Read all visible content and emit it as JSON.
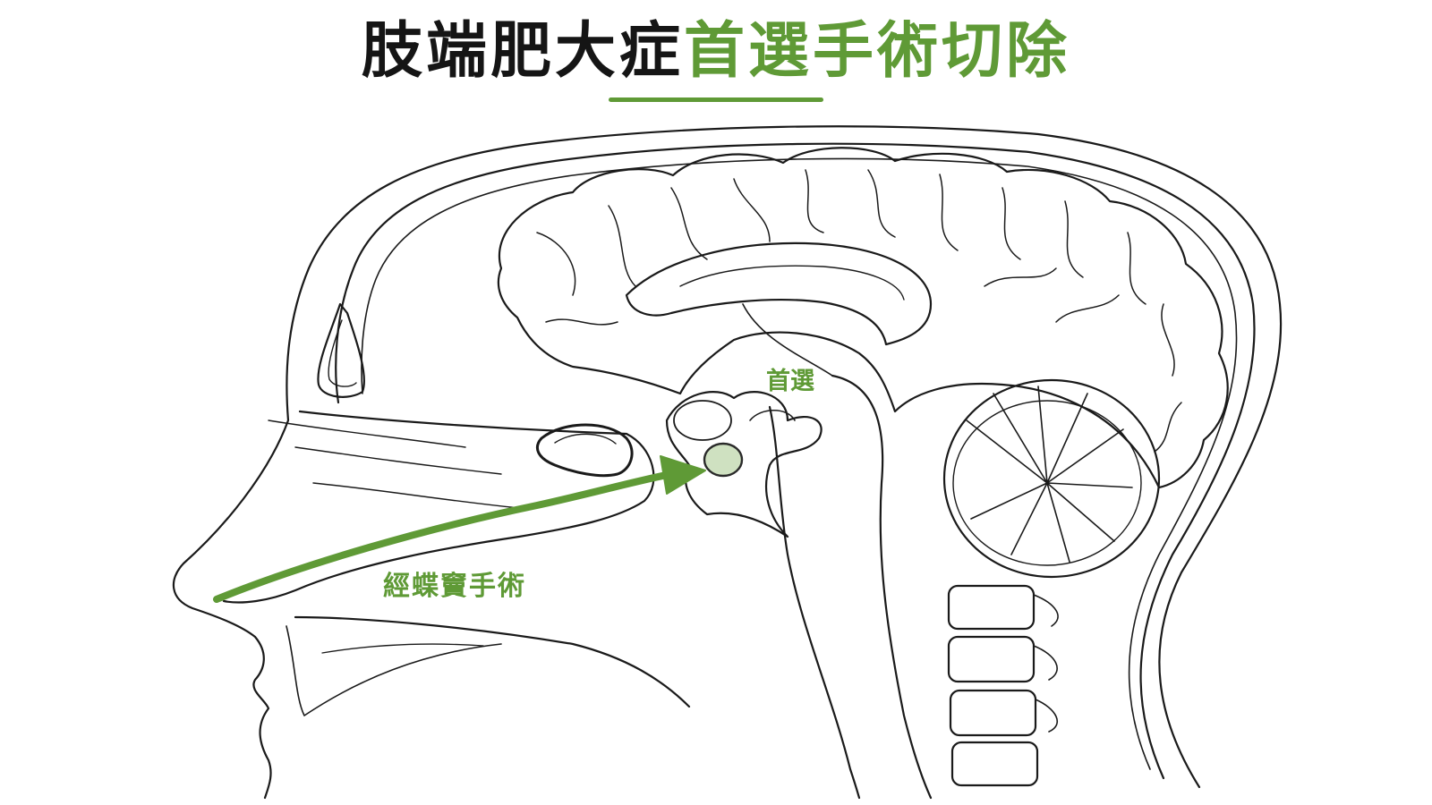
{
  "title": {
    "part1": "肢端肥大症",
    "part2": "首選手術切除"
  },
  "labels": {
    "pituitary": "首選",
    "surgical_route": "經蝶竇手術"
  },
  "colors": {
    "accent": "#5f9a36",
    "title_dark": "#151515",
    "line_art": "#1a1a1a",
    "tumor_fill": "#cfe1c1"
  },
  "icons": [
    "sagittal-head-illustration",
    "route-arrow-icon",
    "pituitary-tumor-icon"
  ]
}
